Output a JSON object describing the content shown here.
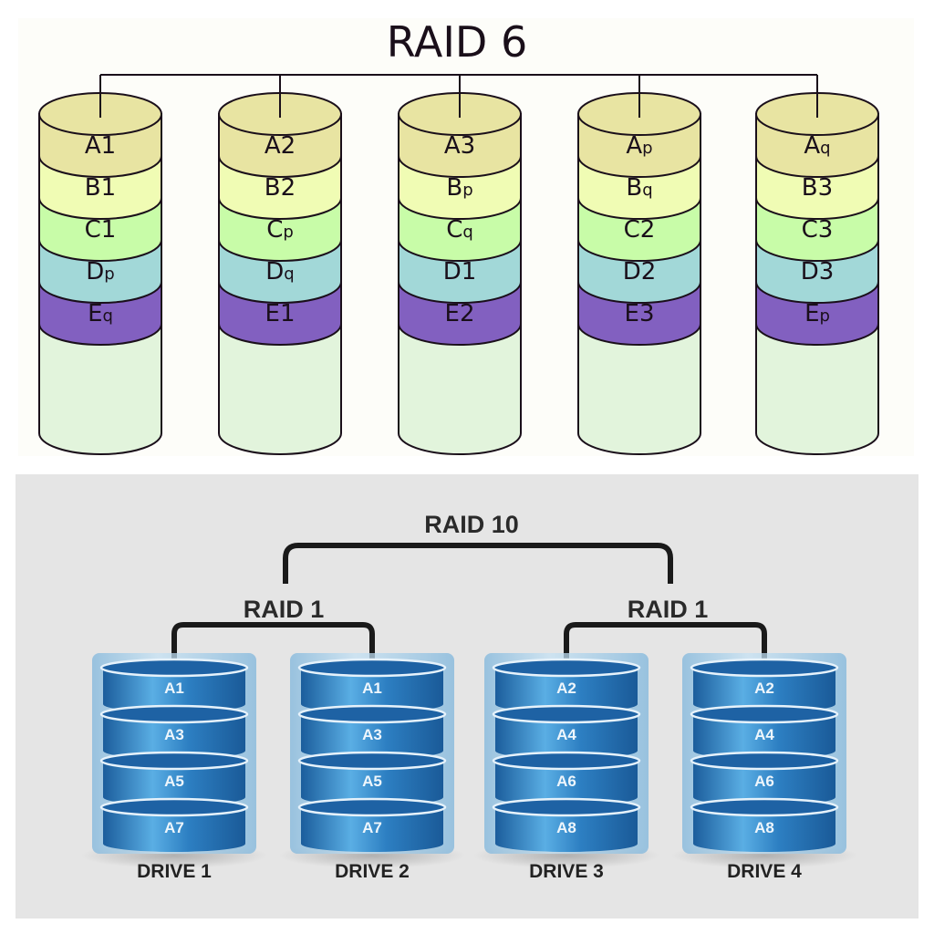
{
  "raid6": {
    "title": "RAID 6",
    "colors": {
      "A": "#e8e4a2",
      "B": "#f0fcb4",
      "C": "#c8fca8",
      "D": "#a2d8d8",
      "E": "#8260c0",
      "empty": "#e2f4dc",
      "stroke": "#1a0f1a"
    },
    "disks": [
      {
        "blocks": [
          {
            "base": "A",
            "sub": "1"
          },
          {
            "base": "B",
            "sub": "1"
          },
          {
            "base": "C",
            "sub": "1"
          },
          {
            "base": "D",
            "sub": "p",
            "parity": true
          },
          {
            "base": "E",
            "sub": "q",
            "parity": true
          }
        ]
      },
      {
        "blocks": [
          {
            "base": "A",
            "sub": "2"
          },
          {
            "base": "B",
            "sub": "2"
          },
          {
            "base": "C",
            "sub": "p",
            "parity": true
          },
          {
            "base": "D",
            "sub": "q",
            "parity": true
          },
          {
            "base": "E",
            "sub": "1"
          }
        ]
      },
      {
        "blocks": [
          {
            "base": "A",
            "sub": "3"
          },
          {
            "base": "B",
            "sub": "p",
            "parity": true
          },
          {
            "base": "C",
            "sub": "q",
            "parity": true
          },
          {
            "base": "D",
            "sub": "1"
          },
          {
            "base": "E",
            "sub": "2"
          }
        ]
      },
      {
        "blocks": [
          {
            "base": "A",
            "sub": "p",
            "parity": true
          },
          {
            "base": "B",
            "sub": "q",
            "parity": true
          },
          {
            "base": "C",
            "sub": "2"
          },
          {
            "base": "D",
            "sub": "2"
          },
          {
            "base": "E",
            "sub": "3"
          }
        ]
      },
      {
        "blocks": [
          {
            "base": "A",
            "sub": "q",
            "parity": true
          },
          {
            "base": "B",
            "sub": "3"
          },
          {
            "base": "C",
            "sub": "3"
          },
          {
            "base": "D",
            "sub": "3"
          },
          {
            "base": "E",
            "sub": "p",
            "parity": true
          }
        ]
      }
    ]
  },
  "raid10": {
    "title": "RAID 10",
    "groups": [
      {
        "label": "RAID 1"
      },
      {
        "label": "RAID 1"
      }
    ],
    "drives": [
      {
        "label": "DRIVE 1",
        "blocks": [
          "A1",
          "A3",
          "A5",
          "A7"
        ]
      },
      {
        "label": "DRIVE 2",
        "blocks": [
          "A1",
          "A3",
          "A5",
          "A7"
        ]
      },
      {
        "label": "DRIVE 3",
        "blocks": [
          "A2",
          "A4",
          "A6",
          "A8"
        ]
      },
      {
        "label": "DRIVE 4",
        "blocks": [
          "A2",
          "A4",
          "A6",
          "A8"
        ]
      }
    ],
    "colors": {
      "disk_dark": "#1a5e9e",
      "disk_mid": "#2f7fc4",
      "disk_light": "#5aa8e0",
      "halo": "#9ccbe8",
      "connector": "#1a1a1a",
      "text": "#222222"
    }
  }
}
